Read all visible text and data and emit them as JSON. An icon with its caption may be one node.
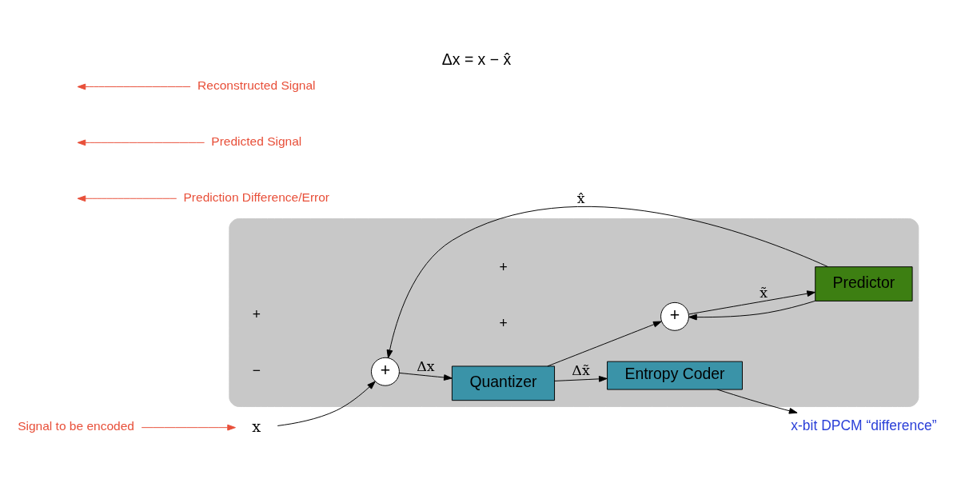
{
  "diagram": {
    "title": "Δx = x − x̂",
    "nodes": [
      {
        "text": [],
        "shape": "box"
      },
      {
        "text": [
          "+"
        ],
        "in": 0
      },
      {
        "text": [
          "Quantizer"
        ],
        "in": 0
      },
      {
        "text": [
          "Entropy Coder"
        ],
        "in": 0
      },
      {
        "text": [
          "+"
        ],
        "in": 0
      },
      {
        "text": [
          "Predictor"
        ],
        "in": 0
      },
      {
        "text": [
          "x"
        ]
      },
      {
        "text": [
          "x-bit DPCM “difference”"
        ]
      },
      {
        "text": [
          "Signal to be encoded"
        ]
      },
      {
        "text": [
          "Prediction Difference/Error"
        ]
      },
      {
        "text": [
          "Predicted Signal"
        ]
      },
      {
        "text": [
          "Reconstructed Signal"
        ]
      }
    ],
    "edges": [
      {
        "from": 6,
        "to": 1,
        "arrow": "to"
      },
      {
        "from": 1,
        "to": 2,
        "arrow": "to",
        "label": "Δx"
      },
      {
        "from": 2,
        "to": 3,
        "arrow": "to",
        "label": "Δx̃"
      },
      {
        "from": 2,
        "to": 4,
        "arrow": "to"
      },
      {
        "from": 5,
        "to": 1,
        "arrow": "to",
        "label": "x̂"
      },
      {
        "from": 5,
        "to": 4,
        "arrow": "to"
      },
      {
        "from": 4,
        "to": 5,
        "arrow": "to",
        "label": "x̃"
      },
      {
        "from": 3,
        "to": 7,
        "arrow": "to"
      },
      {
        "from": 8,
        "to": 6,
        "arrow": "to",
        "color": "#e8503a"
      },
      {
        "from": 9,
        "to": null,
        "arrow": "to",
        "color": "#e8503a"
      },
      {
        "from": 10,
        "to": null,
        "arrow": "to",
        "color": "#e8503a"
      },
      {
        "from": 11,
        "to": null,
        "arrow": "to",
        "color": "#e8503a"
      }
    ],
    "labels": [
      "+",
      "−",
      "+",
      "+"
    ]
  }
}
